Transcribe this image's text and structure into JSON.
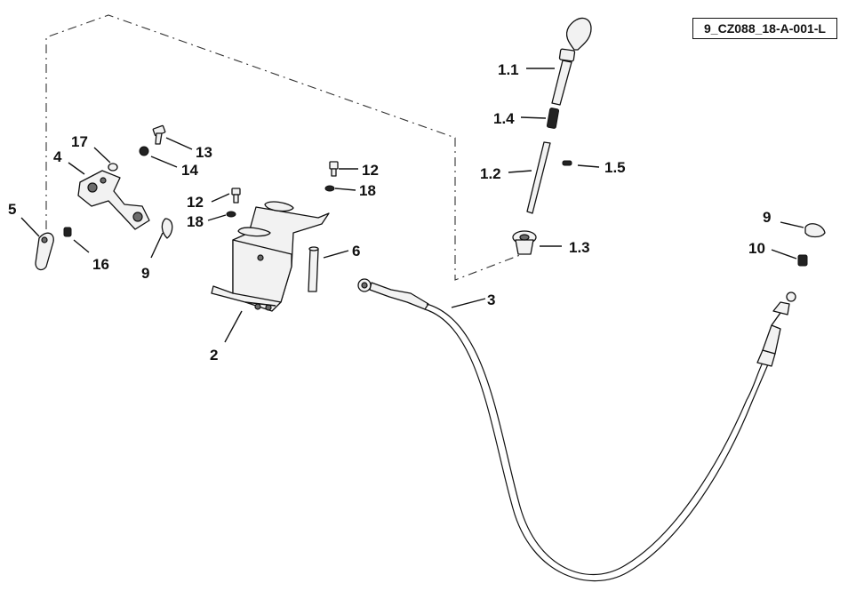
{
  "reference_code": "9_CZ088_18-A-001-L",
  "callouts": {
    "c1_1": "1.1",
    "c1_4": "1.4",
    "c1_2": "1.2",
    "c1_5": "1.5",
    "c1_3": "1.3",
    "c17": "17",
    "c13": "13",
    "c14": "14",
    "c4": "4",
    "c5": "5",
    "c16": "16",
    "c9_left": "9",
    "c12_upper": "12",
    "c18_upper": "18",
    "c12_lower": "12",
    "c18_lower": "18",
    "c6": "6",
    "c2": "2",
    "c3": "3",
    "c9_right": "9",
    "c10": "10"
  }
}
